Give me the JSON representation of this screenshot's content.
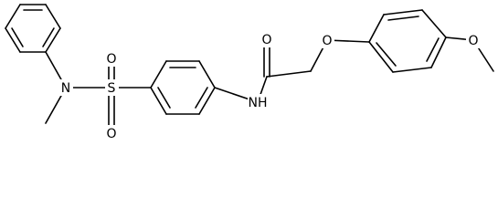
{
  "diagram": {
    "atom_labels": {
      "n_amine": "N",
      "s_sulfonyl": "S",
      "o_sulfonyl_top": "O",
      "o_sulfonyl_bottom": "O",
      "nh_amide": "NH",
      "o_carbonyl": "O",
      "o_ether": "O",
      "o_methoxy": "O"
    },
    "colors": {
      "bond": "#000000",
      "label": "#000000",
      "background": "#ffffff"
    }
  }
}
